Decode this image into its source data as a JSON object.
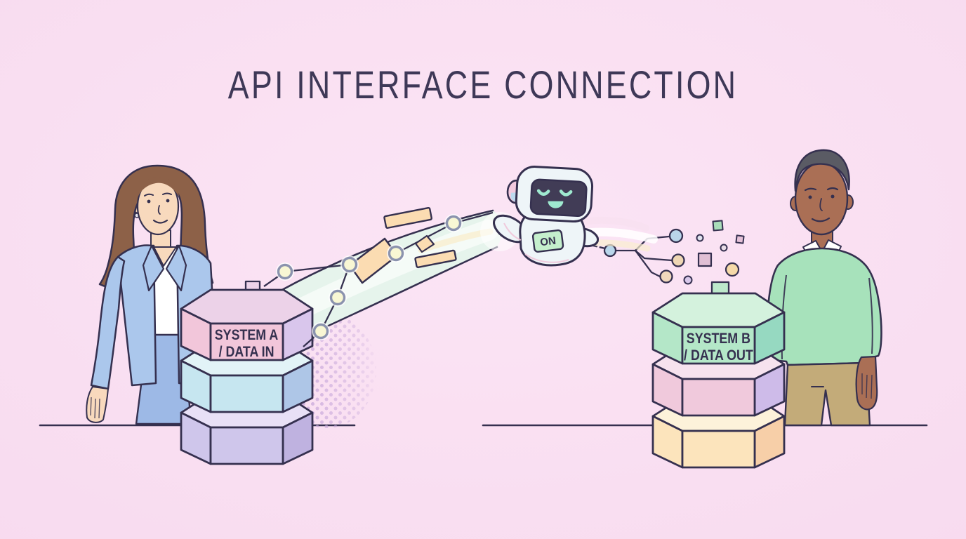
{
  "title": "API INTERFACE CONNECTION",
  "stacks": {
    "system_a": {
      "label_line1": "SYSTEM A",
      "label_line2": "/ DATA IN"
    },
    "system_b": {
      "label_line1": "SYSTEM B",
      "label_line2": "/ DATA OUT"
    }
  },
  "robot": {
    "badge_label": "ON",
    "expression": "happy-smile"
  },
  "scene": {
    "left_person": "woman-in-blue-blazer",
    "right_person": "man-in-green-sweater",
    "flow": "data-stream-from-system-a-through-robot-to-system-b"
  },
  "colors": {
    "background": "#f9def1",
    "outline": "#35304f",
    "title_text": "#3e3857",
    "band_fill": "#e6f4ec",
    "node_fill": "#f8f7d4",
    "node_stroke": "#8b93ae",
    "peach": "#fbdcb2",
    "halftone_dot": "#c9a9db",
    "stack_a": {
      "unit1": {
        "top": "#ecd2e8",
        "front": "#f2c6da",
        "side": "#d9c6ec"
      },
      "unit2": {
        "top": "#e2f3f7",
        "front": "#c6e6f0",
        "side": "#aec6e7"
      },
      "unit3": {
        "top": "#e8e0f6",
        "front": "#cfc6eb",
        "side": "#bfb2e0"
      }
    },
    "stack_b": {
      "unit1": {
        "top": "#d4f2dd",
        "front": "#b4e7c8",
        "side": "#96d9c1"
      },
      "unit2": {
        "top": "#f6e2ee",
        "front": "#f0c9dc",
        "side": "#cebbe9"
      },
      "unit3": {
        "top": "#fdf2da",
        "front": "#fce4bc",
        "side": "#f7cfa8"
      }
    },
    "robot_body": "#eef5f8",
    "robot_screen": "#413c56",
    "robot_face": "#9fead0",
    "badge_bg": "#c5efcd",
    "woman": {
      "hair": "#8d6148",
      "skin": "#f8d9bd",
      "jacket": "#abc7ec",
      "skirt": "#9db9e6",
      "blouse": "#ffffff"
    },
    "man": {
      "hair": "#5a5b64",
      "skin": "#aa6f55",
      "sweater": "#a7e2bb",
      "pants": "#c3ab79",
      "shirt": "#ffffff"
    },
    "accents": {
      "green_square": "#a9ddb9",
      "pink_square": "#e0bfd4",
      "gold_circle": "#f5d9a8",
      "lilac_circle": "#d8c8ea",
      "blue_node": "#b9d6ea"
    }
  }
}
